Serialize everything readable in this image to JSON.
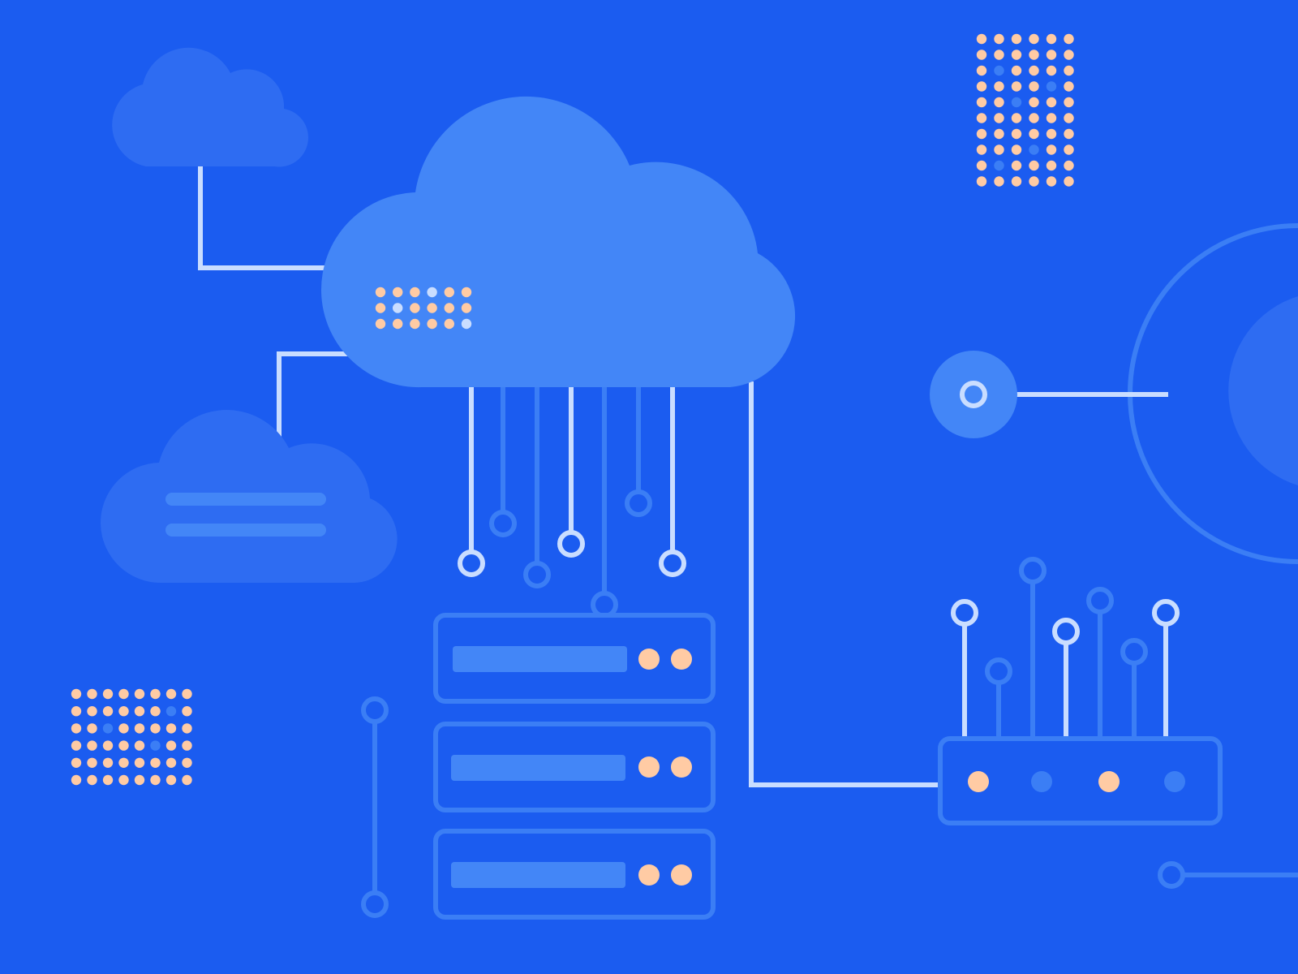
{
  "palette": {
    "background": "#1b5cf0",
    "cloud_main": "#4386f7",
    "cloud_secondary": "#2e6cf2",
    "line_light": "#c9ddff",
    "line_blue": "#3b7ef5",
    "panel_bar": "#4386f7",
    "dot_peach": "#ffcba4",
    "dot_blue": "#3b7ef5",
    "dot_light": "#c9ddff"
  },
  "icons": [
    "main-cloud-icon",
    "small-cloud-icon",
    "document-cloud-icon",
    "server-rack-icon",
    "network-router-icon",
    "connection-node-icon",
    "globe-arc-icon",
    "dot-grid-icon"
  ],
  "server_rack": {
    "units": 3,
    "status_lights_per_unit": 2
  },
  "router": {
    "antennas": 7,
    "status_lights": [
      "peach",
      "blue",
      "peach",
      "blue"
    ]
  }
}
